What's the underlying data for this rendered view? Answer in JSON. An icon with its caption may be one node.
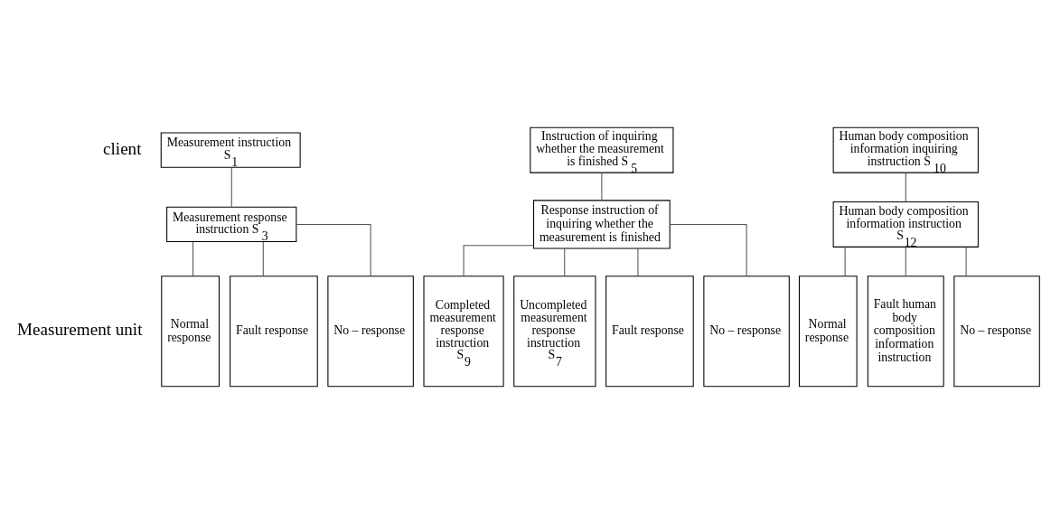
{
  "diagram": {
    "nodes": [
      {
        "text": [
          "Measurement instruction S$_{1}$"
        ]
      },
      {
        "text": [
          "Instruction of inquiring whether the measurement is finished S$_{5}$"
        ]
      },
      {
        "text": [
          "Human body composition information inquiring instruction S$_{10}$"
        ]
      },
      {
        "text": [
          "Measurement response instruction S$_{3}$"
        ]
      },
      {
        "text": [
          "Response instruction of inquiring whether the measurement is finished"
        ]
      },
      {
        "text": [
          "Human body composition information instruction S$_{12}$"
        ]
      },
      {
        "text": [
          "Normal response"
        ]
      },
      {
        "text": [
          "Fault response"
        ]
      },
      {
        "text": [
          "No – response"
        ]
      },
      {
        "text": [
          "Completed measurement response instruction S$_{9}$"
        ]
      },
      {
        "text": [
          "Uncompleted measurement response instruction  S$_{7}$"
        ]
      },
      {
        "text": [
          "Fault response"
        ]
      },
      {
        "text": [
          "No – response"
        ]
      },
      {
        "text": [
          "Normal response"
        ]
      },
      {
        "text": [
          "Fault human body composition information instruction"
        ]
      },
      {
        "text": [
          "No – response"
        ]
      }
    ],
    "edges": [
      {
        "from": 0,
        "to": 3,
        "arrow": "none"
      },
      {
        "from": 1,
        "to": 4,
        "arrow": "none"
      },
      {
        "from": 2,
        "to": 5,
        "arrow": "none"
      },
      {
        "from": 3,
        "to": 6,
        "arrow": "none"
      },
      {
        "from": 3,
        "to": 7,
        "arrow": "none"
      },
      {
        "from": 3,
        "to": 8,
        "arrow": "none"
      },
      {
        "from": 4,
        "to": 9,
        "arrow": "none"
      },
      {
        "from": 4,
        "to": 10,
        "arrow": "none"
      },
      {
        "from": 4,
        "to": 11,
        "arrow": "none"
      },
      {
        "from": 4,
        "to": 12,
        "arrow": "none"
      },
      {
        "from": 5,
        "to": 13,
        "arrow": "none"
      },
      {
        "from": 5,
        "to": 14,
        "arrow": "none"
      },
      {
        "from": 5,
        "to": 15,
        "arrow": "none"
      }
    ],
    "labels": [
      "client",
      "Measurement unit"
    ]
  }
}
